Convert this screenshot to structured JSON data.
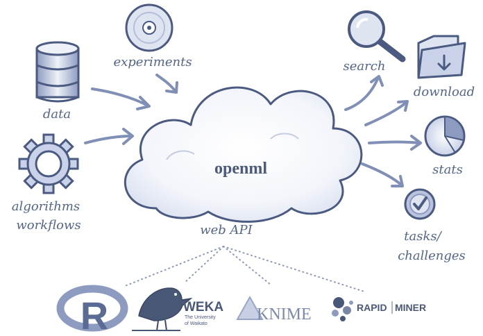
{
  "center": {
    "title": "openml",
    "subtitle": "web API"
  },
  "inputs": {
    "experiments": "experiments",
    "data": "data",
    "algorithms": "algorithms",
    "workflows": "workflows"
  },
  "outputs": {
    "search": "search",
    "download": "download",
    "stats": "stats",
    "tasks": "tasks/",
    "challenges": "challenges"
  },
  "logos": {
    "r": "R",
    "weka": "WEKA",
    "weka_sub1": "The University",
    "weka_sub2": "of Waikato",
    "knime": "KNIME",
    "rapidminer_a": "RAPID",
    "rapidminer_b": "MINER"
  },
  "colors": {
    "ink": "#53658a",
    "arrow": "#7f8fb5",
    "cloud": "#eef1f8"
  }
}
